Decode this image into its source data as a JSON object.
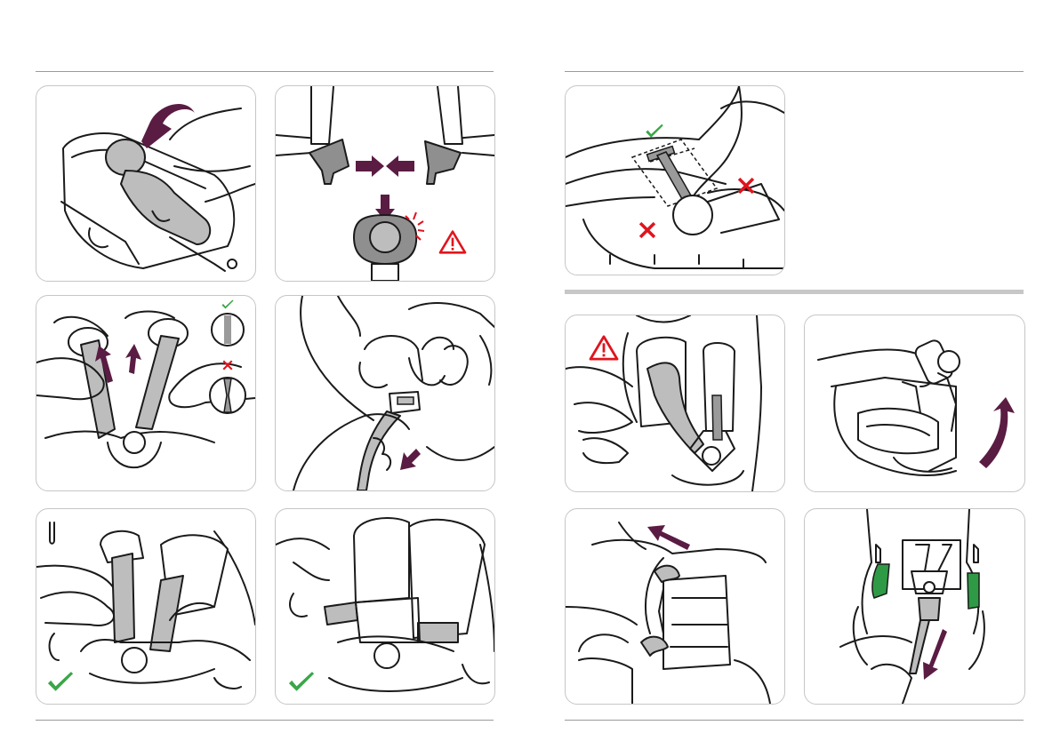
{
  "colors": {
    "arrow": "#5a1c42",
    "check": "#3aa648",
    "cross": "#e0141e",
    "warning": "#e0141e",
    "strap_fill": "#bdbdbd",
    "panel_border": "#c6c6c6",
    "green_pad": "#2f9a46"
  },
  "icons": [
    "arrow-icon",
    "check-icon",
    "cross-icon",
    "warning-icon"
  ],
  "left_page": {
    "panels": [
      {
        "id": "place-baby",
        "icons": [
          "arrow-icon"
        ]
      },
      {
        "id": "join-buckle-tongues",
        "icons": [
          "arrow-icon",
          "warning-icon"
        ]
      },
      {
        "id": "pull-shoulder-straps",
        "icons": [
          "arrow-icon",
          "check-icon",
          "cross-icon"
        ]
      },
      {
        "id": "tighten-adjuster-strap",
        "icons": [
          "arrow-icon"
        ]
      },
      {
        "id": "harness-correct-fit",
        "icons": [
          "check-icon"
        ]
      },
      {
        "id": "harness-with-pads",
        "icons": [
          "check-icon"
        ]
      }
    ]
  },
  "right_page": {
    "panels": [
      {
        "id": "handle-position",
        "icons": [
          "check-icon",
          "cross-icon"
        ]
      },
      {
        "id": "remove-harness-strap",
        "icons": [
          "warning-icon"
        ]
      },
      {
        "id": "rotate-seat-shell",
        "icons": [
          "arrow-icon"
        ]
      },
      {
        "id": "pull-out-strap",
        "icons": [
          "arrow-icon"
        ]
      },
      {
        "id": "release-buckle",
        "icons": [
          "arrow-icon"
        ]
      }
    ]
  }
}
